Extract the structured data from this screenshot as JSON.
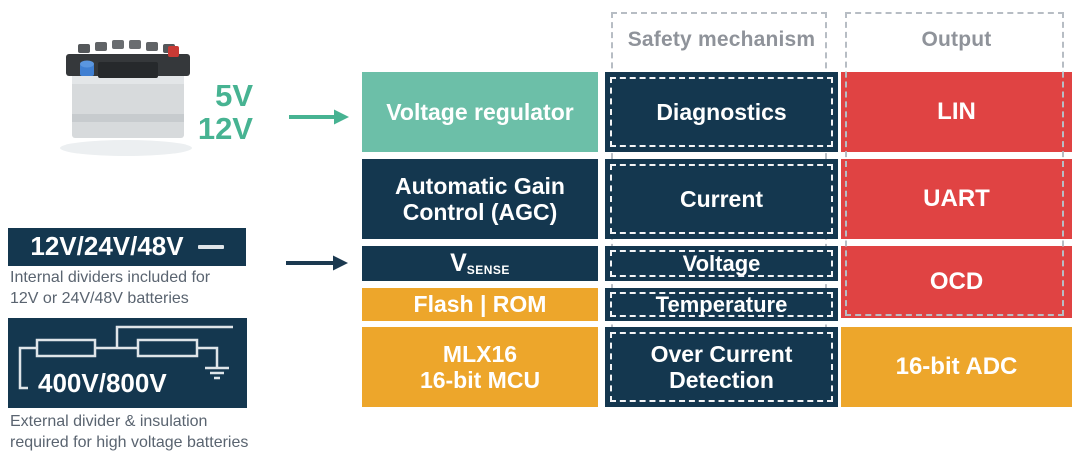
{
  "left": {
    "input_voltages": "5V\n12V",
    "block_12v": {
      "label": "12V/24V/48V"
    },
    "caption_12v": "Internal dividers included for\n12V or 24V/48V batteries",
    "block_400v": {
      "label": "400V/800V"
    },
    "caption_400v": "External divider & insulation\nrequired for high voltage batteries"
  },
  "mcu": {
    "voltage_regulator": "Voltage regulator",
    "agc": "Automatic Gain\nControl (AGC)",
    "vsense_main": "V",
    "vsense_sub": "SENSE",
    "flash_rom": "Flash | ROM",
    "mlx16": "MLX16\n16-bit MCU"
  },
  "safety": {
    "header": "Safety mechanism",
    "blocks": [
      "Diagnostics",
      "Current",
      "Voltage",
      "Temperature",
      "Over Current\nDetection"
    ]
  },
  "output": {
    "header": "Output",
    "blocks": [
      "LIN",
      "UART",
      "OCD",
      "16-bit ADC"
    ]
  },
  "colors": {
    "navy": "#14374f",
    "teal_block": "#6cbfa8",
    "teal_text": "#47b392",
    "orange": "#eda62b",
    "red": "#e04343",
    "dashed_border": "#b7bdc4",
    "header_gray": "#8f939a",
    "caption_gray": "#5a6470"
  }
}
